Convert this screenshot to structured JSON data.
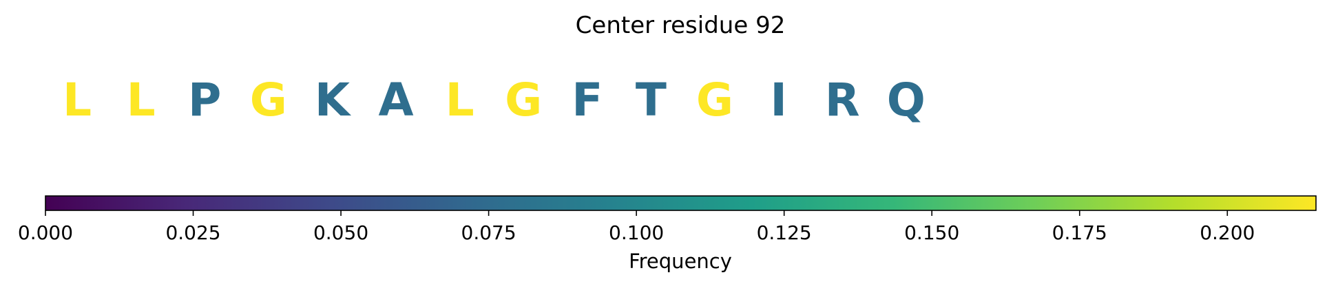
{
  "chart_data": {
    "type": "heatmap",
    "title": "Center residue 92",
    "sequence": [
      "L",
      "L",
      "P",
      "G",
      "K",
      "A",
      "L",
      "G",
      "F",
      "T",
      "G",
      "I",
      "R",
      "Q"
    ],
    "values": [
      0.215,
      0.215,
      0.077,
      0.215,
      0.077,
      0.077,
      0.215,
      0.215,
      0.077,
      0.077,
      0.215,
      0.077,
      0.077,
      0.077
    ],
    "colorbar": {
      "label": "Frequency",
      "colormap": "viridis",
      "range": [
        0.0,
        0.215
      ],
      "ticks": [
        0.0,
        0.025,
        0.05,
        0.075,
        0.1,
        0.125,
        0.15,
        0.175,
        0.2
      ],
      "tick_labels": [
        "0.000",
        "0.025",
        "0.050",
        "0.075",
        "0.100",
        "0.125",
        "0.150",
        "0.175",
        "0.200"
      ]
    },
    "colors": {
      "high": "#fde725",
      "mid": "#31688e",
      "low": "#440154"
    }
  }
}
